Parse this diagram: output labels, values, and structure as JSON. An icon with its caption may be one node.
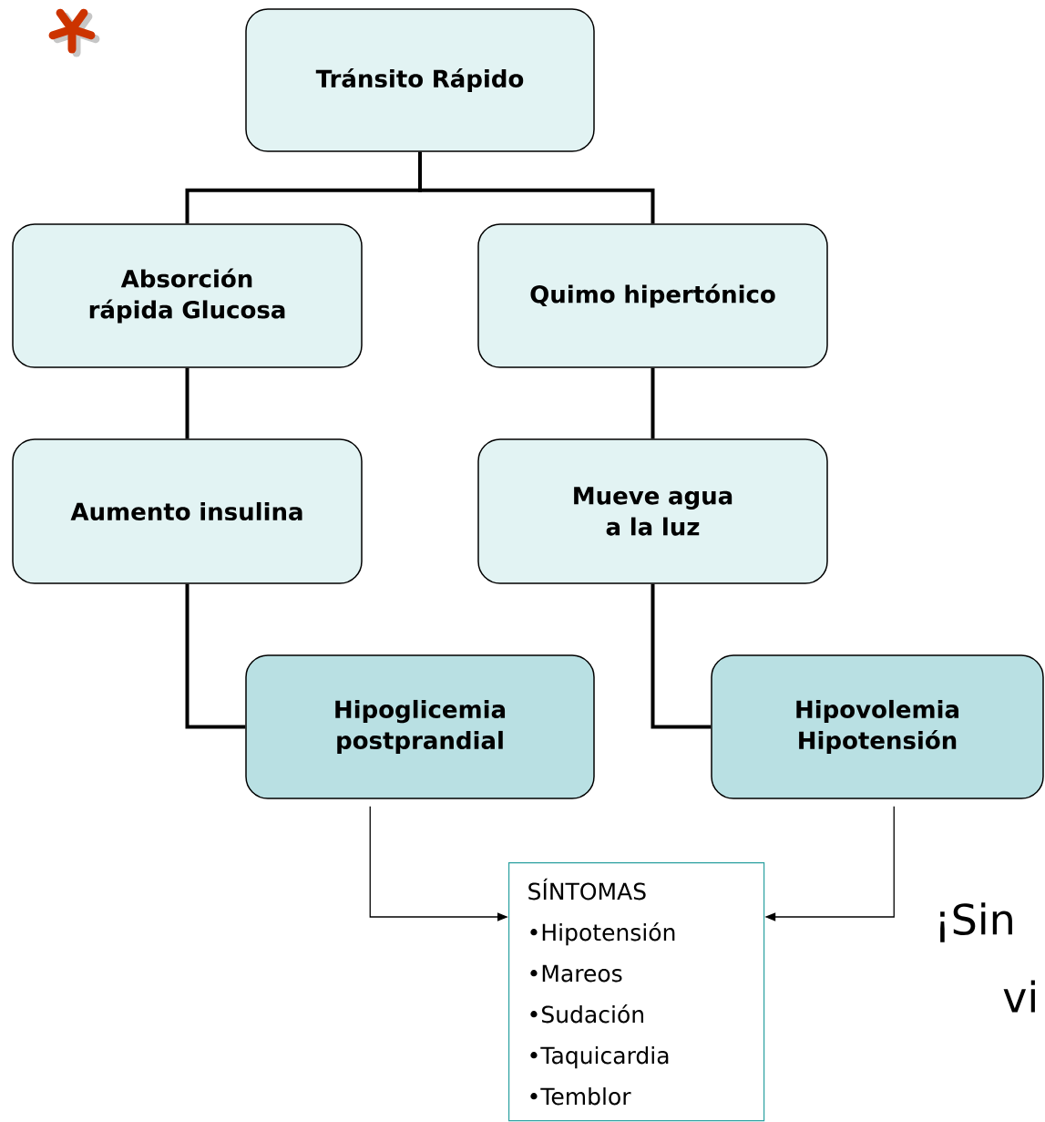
{
  "diagram": {
    "nodes": [
      {
        "text": [
          "Tránsito Rápido"
        ]
      },
      {
        "text": [
          "Absorción rápida Glucosa"
        ]
      },
      {
        "text": [
          "Quimo hipertónico"
        ]
      },
      {
        "text": [
          "Aumento insulina"
        ]
      },
      {
        "text": [
          "Mueve agua a la luz"
        ]
      },
      {
        "text": [
          "Hipoglicemia postprandial"
        ]
      },
      {
        "text": [
          "Hipovolemia Hipotensión"
        ]
      },
      {
        "text": [
          "SÍNTOMAS",
          "•Hipotensión",
          "•Mareos",
          "•Sudación",
          "•Taquicardia",
          "•Temblor"
        ]
      }
    ],
    "edges": [
      {
        "from": 0,
        "to": 1,
        "arrow": "none"
      },
      {
        "from": 0,
        "to": 2,
        "arrow": "none"
      },
      {
        "from": 1,
        "to": 3,
        "arrow": "none"
      },
      {
        "from": 2,
        "to": 4,
        "arrow": "none"
      },
      {
        "from": 3,
        "to": 5,
        "arrow": "none"
      },
      {
        "from": 4,
        "to": 6,
        "arrow": "none"
      },
      {
        "from": 5,
        "to": 7,
        "arrow": "to"
      },
      {
        "from": 6,
        "to": 7,
        "arrow": "to"
      }
    ],
    "labels": [
      "¡Sin",
      "vi"
    ]
  }
}
